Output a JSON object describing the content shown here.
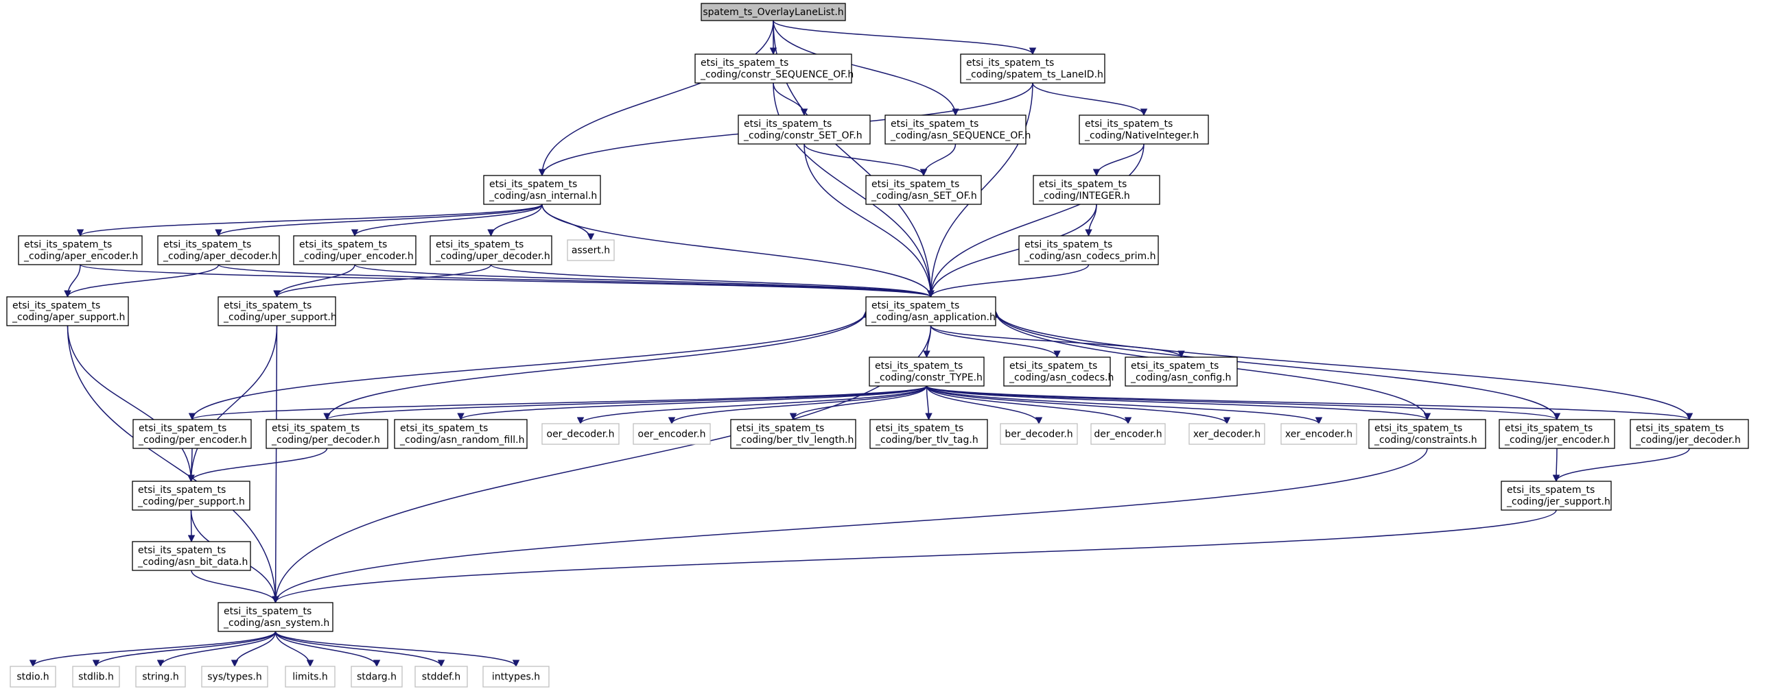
{
  "colors": {
    "edge": "#191970",
    "root_fill": "#bfbfbf",
    "external_border": "#bfbfbf",
    "border": "#000000"
  },
  "nodes": [
    {
      "id": "root",
      "lines": [
        "spatem_ts_OverlayLaneList.h"
      ],
      "kind": "root"
    },
    {
      "id": "seqof",
      "lines": [
        "etsi_its_spatem_ts",
        "_coding/constr_SEQUENCE_OF.h"
      ]
    },
    {
      "id": "laneid",
      "lines": [
        "etsi_its_spatem_ts",
        "_coding/spatem_ts_LaneID.h"
      ]
    },
    {
      "id": "setof",
      "lines": [
        "etsi_its_spatem_ts",
        "_coding/constr_SET_OF.h"
      ]
    },
    {
      "id": "asnseqof",
      "lines": [
        "etsi_its_spatem_ts",
        "_coding/asn_SEQUENCE_OF.h"
      ]
    },
    {
      "id": "nativeint",
      "lines": [
        "etsi_its_spatem_ts",
        "_coding/NativeInteger.h"
      ]
    },
    {
      "id": "asninternal",
      "lines": [
        "etsi_its_spatem_ts",
        "_coding/asn_internal.h"
      ]
    },
    {
      "id": "asnsetof",
      "lines": [
        "etsi_its_spatem_ts",
        "_coding/asn_SET_OF.h"
      ]
    },
    {
      "id": "integer",
      "lines": [
        "etsi_its_spatem_ts",
        "_coding/INTEGER.h"
      ]
    },
    {
      "id": "aperenc",
      "lines": [
        "etsi_its_spatem_ts",
        "_coding/aper_encoder.h"
      ]
    },
    {
      "id": "aperdec",
      "lines": [
        "etsi_its_spatem_ts",
        "_coding/aper_decoder.h"
      ]
    },
    {
      "id": "uperenc",
      "lines": [
        "etsi_its_spatem_ts",
        "_coding/uper_encoder.h"
      ]
    },
    {
      "id": "uperdec",
      "lines": [
        "etsi_its_spatem_ts",
        "_coding/uper_decoder.h"
      ]
    },
    {
      "id": "assert",
      "lines": [
        "assert.h"
      ],
      "kind": "ghost"
    },
    {
      "id": "codecsprim",
      "lines": [
        "etsi_its_spatem_ts",
        "_coding/asn_codecs_prim.h"
      ]
    },
    {
      "id": "apersup",
      "lines": [
        "etsi_its_spatem_ts",
        "_coding/aper_support.h"
      ]
    },
    {
      "id": "upersup",
      "lines": [
        "etsi_its_spatem_ts",
        "_coding/uper_support.h"
      ]
    },
    {
      "id": "asnapp",
      "lines": [
        "etsi_its_spatem_ts",
        "_coding/asn_application.h"
      ]
    },
    {
      "id": "constrtype",
      "lines": [
        "etsi_its_spatem_ts",
        "_coding/constr_TYPE.h"
      ]
    },
    {
      "id": "asncodecs",
      "lines": [
        "etsi_its_spatem_ts",
        "_coding/asn_codecs.h"
      ]
    },
    {
      "id": "asnconfig",
      "lines": [
        "etsi_its_spatem_ts",
        "_coding/asn_config.h"
      ]
    },
    {
      "id": "perenc",
      "lines": [
        "etsi_its_spatem_ts",
        "_coding/per_encoder.h"
      ]
    },
    {
      "id": "perdec",
      "lines": [
        "etsi_its_spatem_ts",
        "_coding/per_decoder.h"
      ]
    },
    {
      "id": "randfill",
      "lines": [
        "etsi_its_spatem_ts",
        "_coding/asn_random_fill.h"
      ]
    },
    {
      "id": "oerdec",
      "lines": [
        "oer_decoder.h"
      ],
      "kind": "ghost"
    },
    {
      "id": "oerenc",
      "lines": [
        "oer_encoder.h"
      ],
      "kind": "ghost"
    },
    {
      "id": "bertlvlen",
      "lines": [
        "etsi_its_spatem_ts",
        "_coding/ber_tlv_length.h"
      ]
    },
    {
      "id": "bertlvtag",
      "lines": [
        "etsi_its_spatem_ts",
        "_coding/ber_tlv_tag.h"
      ]
    },
    {
      "id": "berdec",
      "lines": [
        "ber_decoder.h"
      ],
      "kind": "ghost"
    },
    {
      "id": "derenc",
      "lines": [
        "der_encoder.h"
      ],
      "kind": "ghost"
    },
    {
      "id": "xerdec",
      "lines": [
        "xer_decoder.h"
      ],
      "kind": "ghost"
    },
    {
      "id": "xerenc",
      "lines": [
        "xer_encoder.h"
      ],
      "kind": "ghost"
    },
    {
      "id": "constraints",
      "lines": [
        "etsi_its_spatem_ts",
        "_coding/constraints.h"
      ]
    },
    {
      "id": "jerenc",
      "lines": [
        "etsi_its_spatem_ts",
        "_coding/jer_encoder.h"
      ]
    },
    {
      "id": "jerdec",
      "lines": [
        "etsi_its_spatem_ts",
        "_coding/jer_decoder.h"
      ]
    },
    {
      "id": "persup",
      "lines": [
        "etsi_its_spatem_ts",
        "_coding/per_support.h"
      ]
    },
    {
      "id": "jersup",
      "lines": [
        "etsi_its_spatem_ts",
        "_coding/jer_support.h"
      ]
    },
    {
      "id": "bitdata",
      "lines": [
        "etsi_its_spatem_ts",
        "_coding/asn_bit_data.h"
      ]
    },
    {
      "id": "asnsystem",
      "lines": [
        "etsi_its_spatem_ts",
        "_coding/asn_system.h"
      ]
    },
    {
      "id": "stdio",
      "lines": [
        "stdio.h"
      ],
      "kind": "ghost"
    },
    {
      "id": "stdlib",
      "lines": [
        "stdlib.h"
      ],
      "kind": "ghost"
    },
    {
      "id": "string",
      "lines": [
        "string.h"
      ],
      "kind": "ghost"
    },
    {
      "id": "systypes",
      "lines": [
        "sys/types.h"
      ],
      "kind": "ghost"
    },
    {
      "id": "limits",
      "lines": [
        "limits.h"
      ],
      "kind": "ghost"
    },
    {
      "id": "stdarg",
      "lines": [
        "stdarg.h"
      ],
      "kind": "ghost"
    },
    {
      "id": "stddef",
      "lines": [
        "stddef.h"
      ],
      "kind": "ghost"
    },
    {
      "id": "inttypes",
      "lines": [
        "inttypes.h"
      ],
      "kind": "ghost"
    }
  ],
  "edges": [
    [
      "root",
      "seqof"
    ],
    [
      "root",
      "laneid"
    ],
    [
      "root",
      "asninternal"
    ],
    [
      "root",
      "asnseqof"
    ],
    [
      "root",
      "asnapp"
    ],
    [
      "seqof",
      "setof"
    ],
    [
      "seqof",
      "asnapp"
    ],
    [
      "laneid",
      "nativeint"
    ],
    [
      "laneid",
      "asninternal"
    ],
    [
      "laneid",
      "asnapp"
    ],
    [
      "setof",
      "asnsetof"
    ],
    [
      "setof",
      "asnapp"
    ],
    [
      "asnseqof",
      "asnsetof"
    ],
    [
      "nativeint",
      "integer"
    ],
    [
      "nativeint",
      "asnapp"
    ],
    [
      "integer",
      "codecsprim"
    ],
    [
      "integer",
      "asnapp"
    ],
    [
      "codecsprim",
      "asnapp"
    ],
    [
      "asninternal",
      "aperenc"
    ],
    [
      "asninternal",
      "aperdec"
    ],
    [
      "asninternal",
      "uperenc"
    ],
    [
      "asninternal",
      "uperdec"
    ],
    [
      "asninternal",
      "assert"
    ],
    [
      "asninternal",
      "asnapp"
    ],
    [
      "aperenc",
      "apersup"
    ],
    [
      "aperenc",
      "asnapp"
    ],
    [
      "aperdec",
      "apersup"
    ],
    [
      "aperdec",
      "asnapp"
    ],
    [
      "uperenc",
      "upersup"
    ],
    [
      "uperenc",
      "asnapp"
    ],
    [
      "uperdec",
      "upersup"
    ],
    [
      "uperdec",
      "asnapp"
    ],
    [
      "apersup",
      "persup"
    ],
    [
      "apersup",
      "asnsystem"
    ],
    [
      "upersup",
      "persup"
    ],
    [
      "upersup",
      "asnsystem"
    ],
    [
      "asnapp",
      "constrtype"
    ],
    [
      "asnapp",
      "asncodecs"
    ],
    [
      "asnapp",
      "asnconfig"
    ],
    [
      "asnapp",
      "asnsystem"
    ],
    [
      "constrtype",
      "perenc"
    ],
    [
      "constrtype",
      "perdec"
    ],
    [
      "constrtype",
      "randfill"
    ],
    [
      "constrtype",
      "oerdec"
    ],
    [
      "constrtype",
      "oerenc"
    ],
    [
      "constrtype",
      "bertlvlen"
    ],
    [
      "constrtype",
      "bertlvtag"
    ],
    [
      "constrtype",
      "berdec"
    ],
    [
      "constrtype",
      "derenc"
    ],
    [
      "constrtype",
      "xerdec"
    ],
    [
      "constrtype",
      "xerenc"
    ],
    [
      "constrtype",
      "constraints"
    ],
    [
      "constrtype",
      "jerenc"
    ],
    [
      "constrtype",
      "jerdec"
    ],
    [
      "perenc",
      "asnapp"
    ],
    [
      "perenc",
      "persup"
    ],
    [
      "perdec",
      "asnapp"
    ],
    [
      "perdec",
      "persup"
    ],
    [
      "constraints",
      "asnapp"
    ],
    [
      "constraints",
      "asnsystem"
    ],
    [
      "jerenc",
      "asnapp"
    ],
    [
      "jerenc",
      "jersup"
    ],
    [
      "jerdec",
      "asnapp"
    ],
    [
      "jerdec",
      "jersup"
    ],
    [
      "jersup",
      "asnsystem"
    ],
    [
      "persup",
      "bitdata"
    ],
    [
      "persup",
      "asnsystem"
    ],
    [
      "bitdata",
      "asnsystem"
    ],
    [
      "asnsystem",
      "stdio"
    ],
    [
      "asnsystem",
      "stdlib"
    ],
    [
      "asnsystem",
      "string"
    ],
    [
      "asnsystem",
      "systypes"
    ],
    [
      "asnsystem",
      "limits"
    ],
    [
      "asnsystem",
      "stdarg"
    ],
    [
      "asnsystem",
      "stddef"
    ],
    [
      "asnsystem",
      "inttypes"
    ]
  ]
}
